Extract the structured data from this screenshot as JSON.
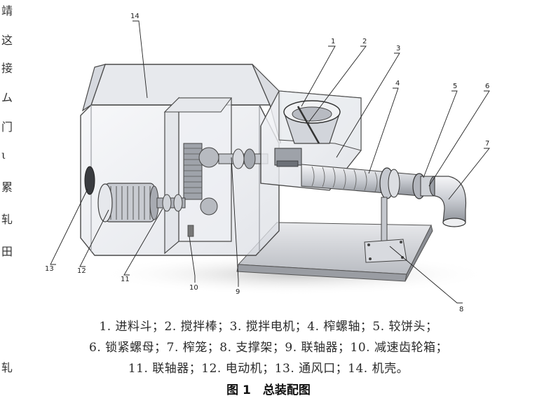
{
  "labels": [
    "1",
    "2",
    "3",
    "4",
    "5",
    "6",
    "7",
    "8",
    "9",
    "10",
    "11",
    "12",
    "13",
    "14"
  ],
  "caption_lines": [
    "1. 进料斗；2. 搅拌棒；3. 搅拌电机；4. 榨螺轴；5. 较饼头；",
    "6. 锁紧螺母；7. 榨笼；8. 支撑架；9. 联轴器；10. 减速齿轮箱；",
    "11. 联轴器；12. 电动机；13. 通风口；14. 机壳。"
  ],
  "figure_title": "图 1　总装配图",
  "edge_chars": [
    "靖",
    "这",
    "接",
    "ム",
    "门",
    "ι",
    "累",
    "轧",
    "田",
    "轧"
  ],
  "colors": {
    "line": "#4a4a4a",
    "glass": "#eceef2",
    "shade": "#d4d7dd",
    "dark": "#6e7178"
  }
}
